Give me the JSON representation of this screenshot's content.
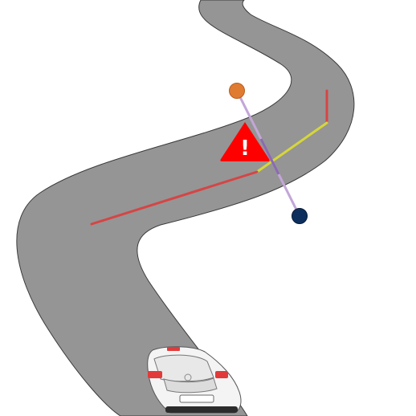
{
  "scene": {
    "background_color": "#ffffff",
    "road": {
      "fill_color": "#959595",
      "edge_color": "#3a3a3a"
    },
    "path_segments": [
      {
        "name": "red-vertical-segment",
        "color": "#d64545"
      },
      {
        "name": "yellow-segment",
        "color": "#d6d63a"
      },
      {
        "name": "red-long-segment",
        "color": "#d64545"
      }
    ],
    "connector": {
      "line_color": "#c3a6d8",
      "overlap_color": "#8a6ab0",
      "start_marker_color": "#e07b32",
      "end_marker_color": "#0d2f5e"
    },
    "warning": {
      "icon": "warning-triangle-icon",
      "fill_color": "#ff0000",
      "glyph": "!",
      "glyph_color": "#ffffff"
    },
    "vehicle": {
      "icon": "car-icon",
      "body_color": "#f4f4f4",
      "light_color": "#e23a3a"
    }
  }
}
